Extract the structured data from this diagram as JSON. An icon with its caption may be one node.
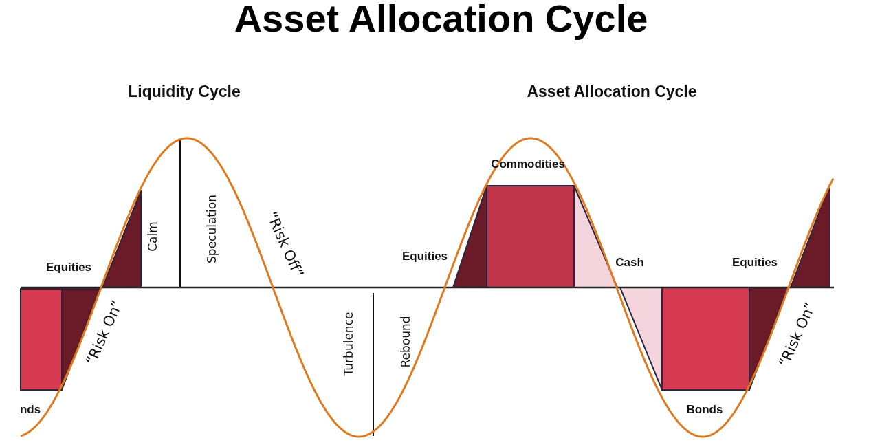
{
  "diagram": {
    "title": "Asset Allocation Cycle",
    "labels": [
      "Liquidity Cycle",
      "Asset Allocation Cycle",
      "Commodities",
      "Calm",
      "Speculation",
      "“Risk Off”",
      "Equities",
      "Equities",
      "Cash",
      "Equities",
      "“Risk On”",
      "Turbulence",
      "Rebound",
      "“Risk On”",
      "nds",
      "Bonds"
    ]
  }
}
